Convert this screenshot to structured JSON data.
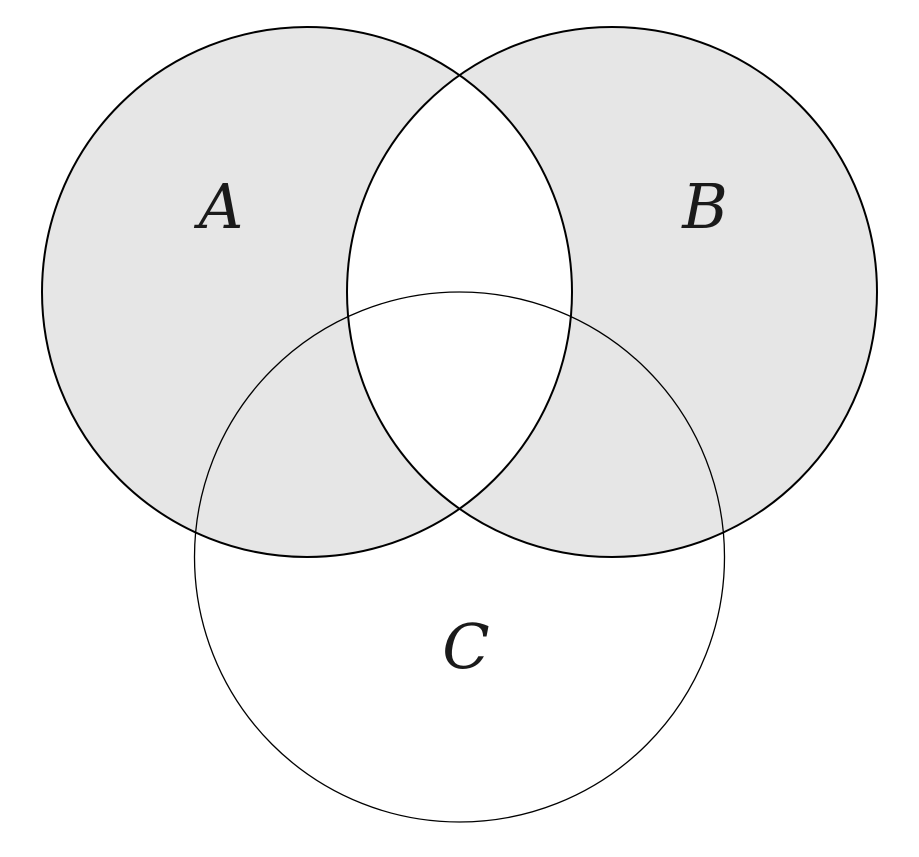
{
  "diagram": {
    "type": "venn",
    "set_count": 3,
    "labels": {
      "a": "A",
      "b": "B",
      "c": "C"
    },
    "regions": {
      "A_only": "shaded",
      "B_only": "shaded",
      "C_only": "white",
      "A_and_B_only": "white",
      "A_and_C_only": "shaded",
      "B_and_C_only": "shaded",
      "A_and_B_and_C": "white"
    },
    "shaded_expression": "(A ∪ B) − (A ∩ B)",
    "colors": {
      "shade": "#e6e6e6",
      "stroke": "#000000",
      "background": "#ffffff"
    }
  }
}
